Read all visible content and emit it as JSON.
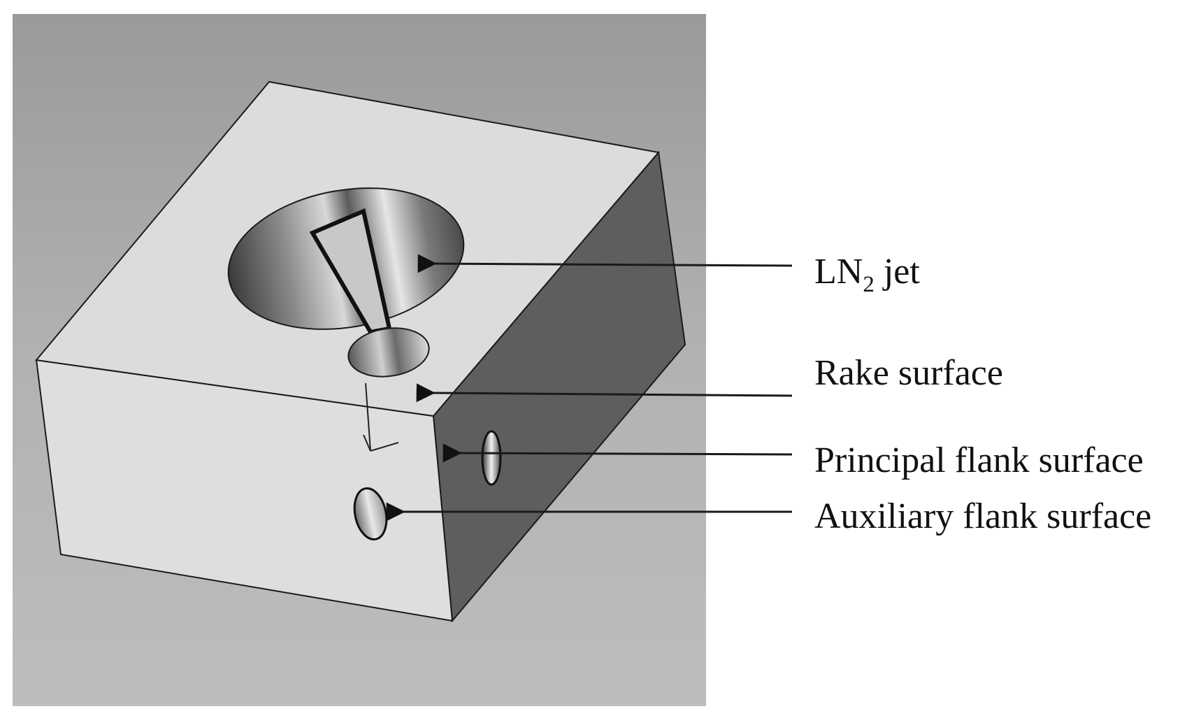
{
  "labels": {
    "ln2_prefix": "LN",
    "ln2_subscript": "2",
    "ln2_suffix": " jet",
    "rake": "Rake surface",
    "principal": "Principal flank surface",
    "auxiliary": "Auxiliary flank surface"
  },
  "colors": {
    "background_panel": "#a4a4a4",
    "top_face": "#dcdcdc",
    "front_face": "#dedede",
    "side_face": "#5e5e5e",
    "text": "#111111",
    "leader_line": "#1a1a1a"
  }
}
